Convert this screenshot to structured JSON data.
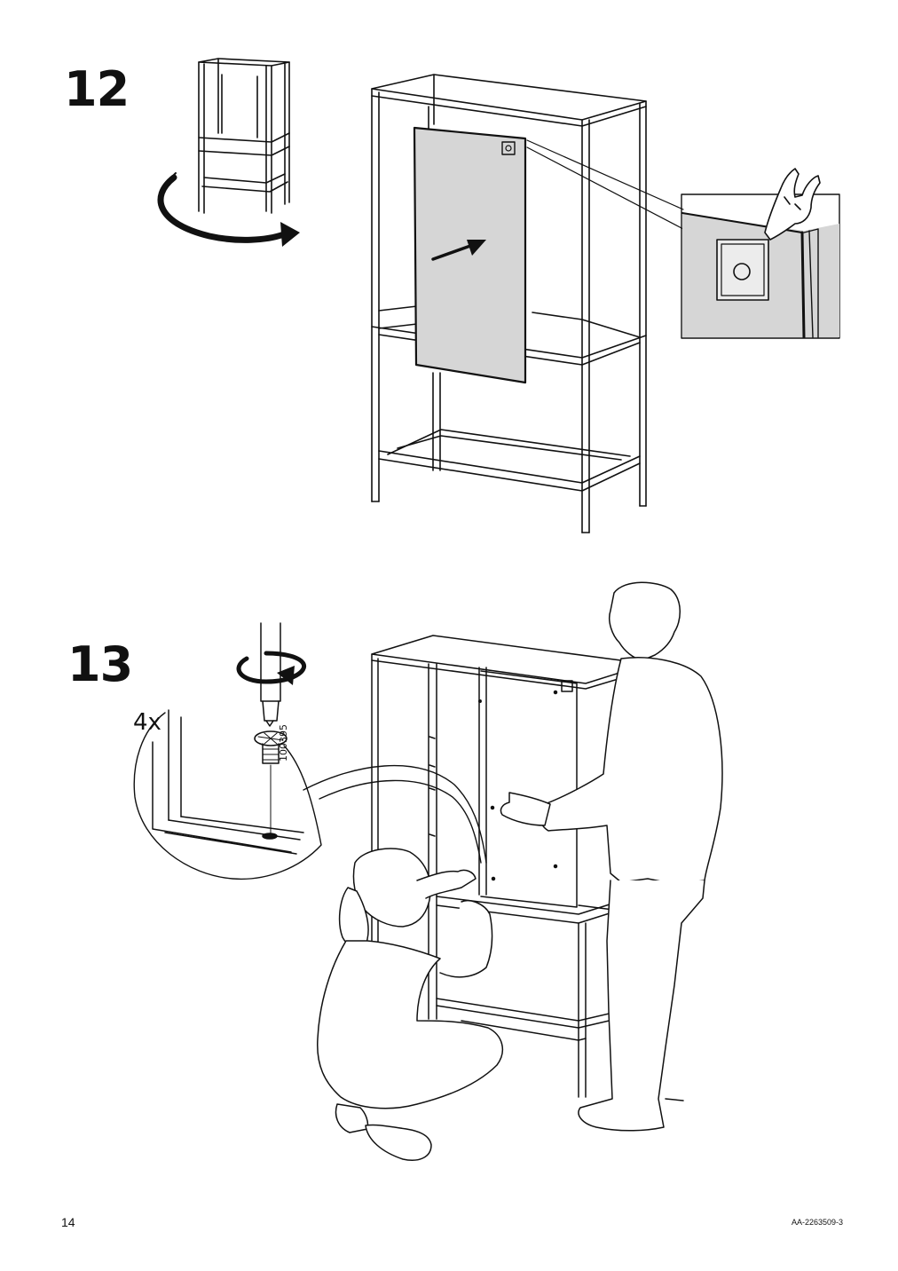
{
  "steps": [
    {
      "number": "12"
    },
    {
      "number": "13",
      "quantity": "4x",
      "part_number": "100395"
    }
  ],
  "footer": {
    "page_number": "14",
    "document_code": "AA-2263509-3"
  },
  "icons": [
    "rotate-cabinet-icon",
    "cabinet-frame-icon",
    "glass-door-panel-icon",
    "push-arrow-icon",
    "magnifier-detail-icon",
    "finger-press-icon",
    "screwdriver-icon",
    "rotate-arrow-icon",
    "screw-icon",
    "kneeling-person-icon",
    "standing-person-icon"
  ]
}
